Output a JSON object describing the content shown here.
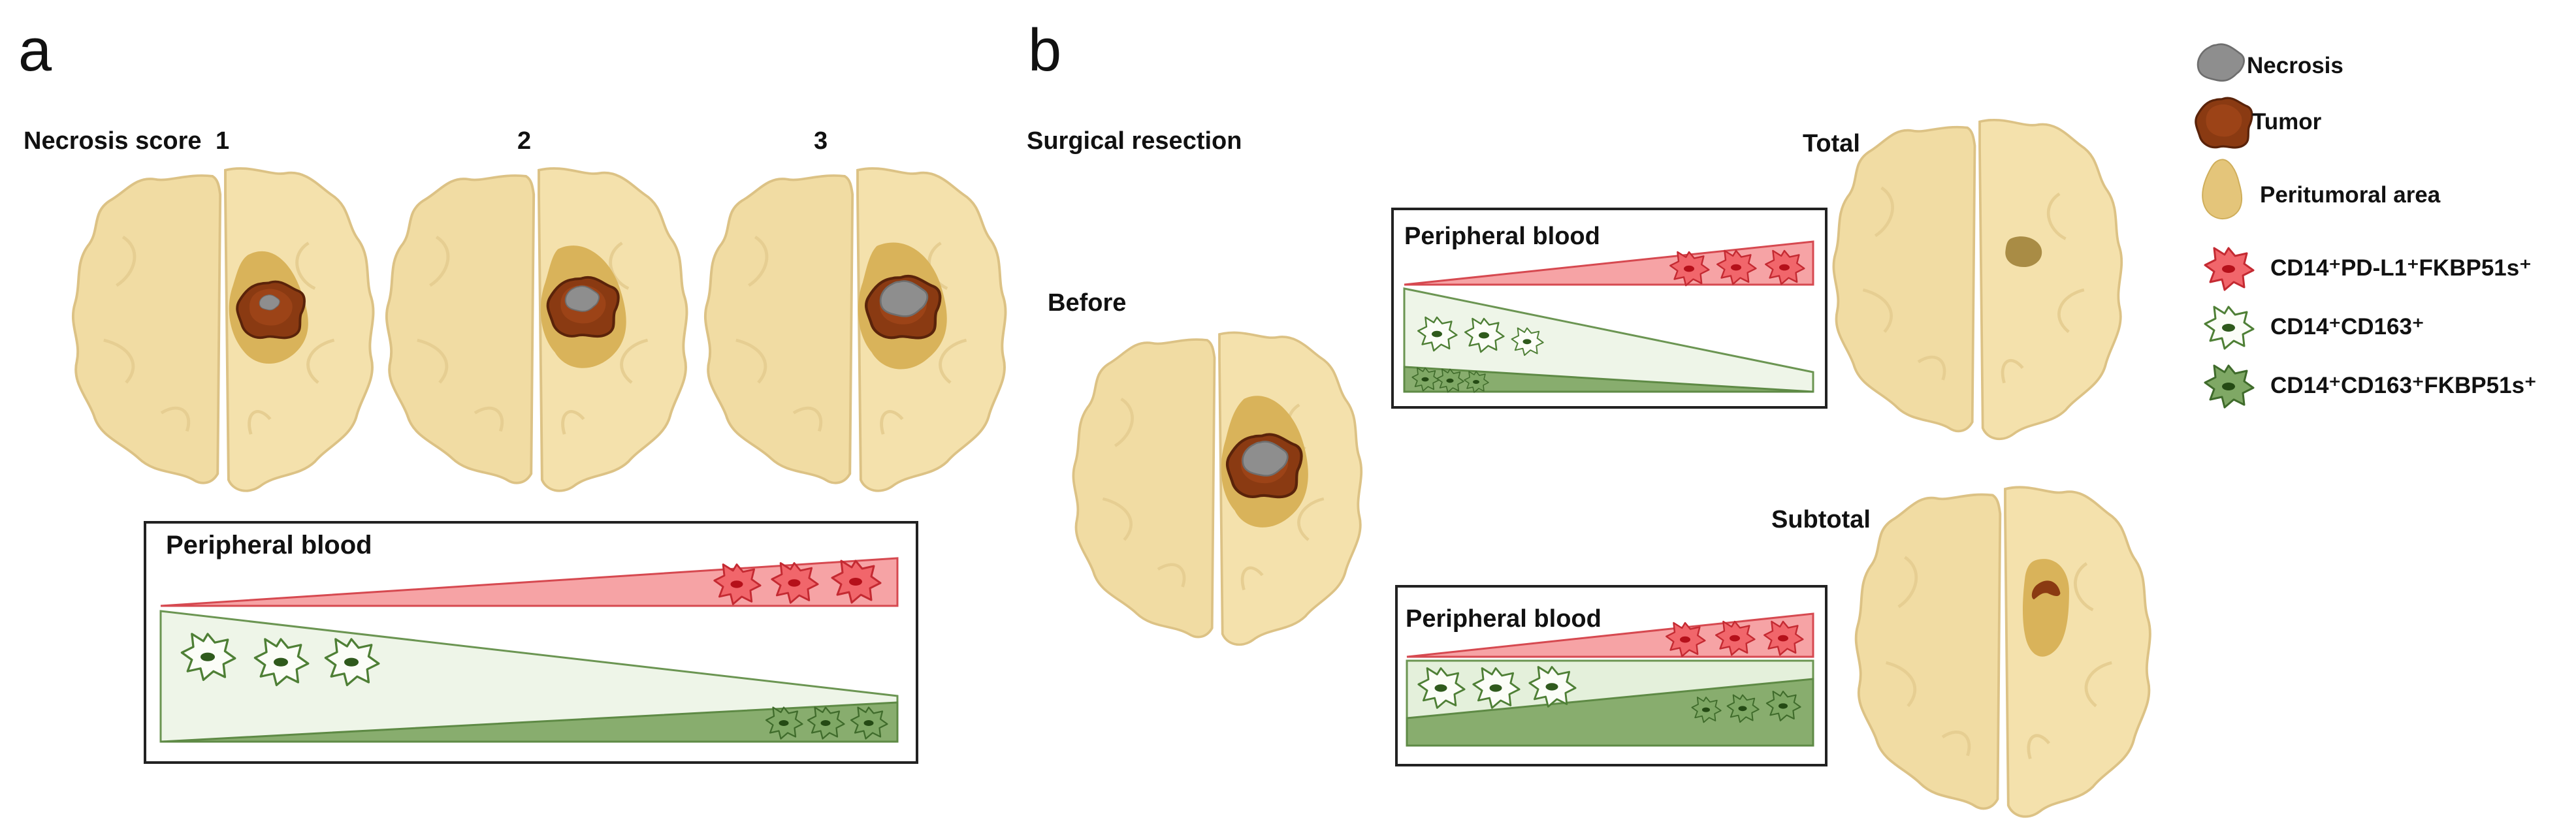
{
  "panels": {
    "a": {
      "letter": "a",
      "necrosis_label": "Necrosis score",
      "scores": [
        "1",
        "2",
        "3"
      ],
      "box_title": "Peripheral blood"
    },
    "b": {
      "letter": "b",
      "surgical_label": "Surgical resection",
      "before_label": "Before",
      "total_label": "Total",
      "subtotal_label": "Subtotal",
      "box_title_top": "Peripheral blood",
      "box_title_bottom": "Peripheral blood"
    }
  },
  "legend": {
    "items": [
      {
        "key": "necrosis",
        "label": "Necrosis"
      },
      {
        "key": "tumor",
        "label": "Tumor"
      },
      {
        "key": "peritumoral",
        "label": "Peritumoral area"
      },
      {
        "key": "red_cell",
        "label": "CD14⁺PD-L1⁺FKBP51s⁺"
      },
      {
        "key": "light_green_cell",
        "label": "CD14⁺CD163⁺"
      },
      {
        "key": "dark_green_cell",
        "label": "CD14⁺CD163⁺FKBP51s⁺"
      }
    ]
  },
  "colors": {
    "brain_fill": "#F1DCA3",
    "brain_stroke": "#DCC285",
    "peritumoral": "#D9B35A",
    "tumor": "#8A3A12",
    "tumor_light": "#B5531E",
    "necrosis": "#8E8E8E",
    "red_wedge": "#F4898C",
    "red_cell": "#E8434B",
    "light_green": "#EAF3E2",
    "dark_green": "#88AD6E",
    "green_stroke": "#5E8A45"
  }
}
